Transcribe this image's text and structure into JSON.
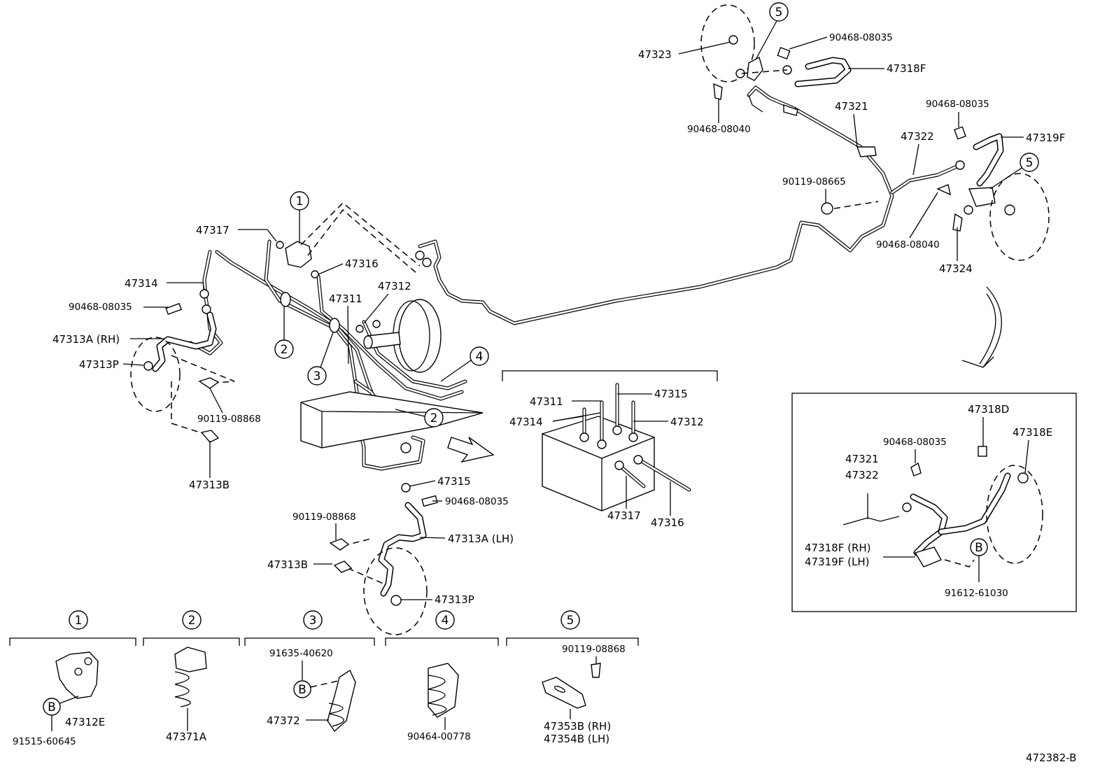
{
  "drawing_number": "472382-B",
  "main_labels": {
    "p47317_top": "47317",
    "p47314": "47314",
    "p90468_08035_left": "90468-08035",
    "p47313A_rh": "47313A (RH)",
    "p47313P_left": "47313P",
    "p90119_08868_left": "90119-08868",
    "p47313B_left": "47313B",
    "p47316": "47316",
    "p47311": "47311",
    "p47312": "47312",
    "p47315_lower": "47315",
    "p90468_08035_lower": "90468-08035",
    "p90119_08868_lower": "90119-08868",
    "p47313A_lh": "47313A (LH)",
    "p47313B_lower": "47313B",
    "p47313P_lower": "47313P"
  },
  "junction_labels": {
    "p47311": "47311",
    "p47315": "47315",
    "p47314": "47314",
    "p47312": "47312",
    "p47317": "47317",
    "p47316": "47316"
  },
  "rear_labels": {
    "p90468_08035_a": "90468-08035",
    "p47323": "47323",
    "p47318F": "47318F",
    "p90468_08040_a": "90468-08040",
    "p47321": "47321",
    "p90468_08035_b": "90468-08035",
    "p47322": "47322",
    "p47319F": "47319F",
    "p90119_08665": "90119-08665",
    "p90468_08040_b": "90468-08040",
    "p47324": "47324"
  },
  "inset_labels": {
    "p47318D": "47318D",
    "p90468_08035": "90468-08035",
    "p47318E": "47318E",
    "p47321": "47321",
    "p47322": "47322",
    "p47318F_rh": "47318F (RH)",
    "p47319F_lh": "47319F (LH)",
    "ref_b": "B",
    "p91612_61030": "91612-61030"
  },
  "callouts": {
    "c1": "1",
    "c2": "2",
    "c3": "3",
    "c4": "4",
    "c5": "5"
  },
  "details": [
    {
      "num": "1",
      "parts": [
        "91515-60645",
        "47312E"
      ],
      "ref": "B"
    },
    {
      "num": "2",
      "parts": [
        "47371A"
      ]
    },
    {
      "num": "3",
      "parts": [
        "91635-40620",
        "47372"
      ],
      "ref": "B"
    },
    {
      "num": "4",
      "parts": [
        "90464-00778"
      ]
    },
    {
      "num": "5",
      "parts": [
        "90119-08868",
        "47353B (RH)",
        "47354B (LH)"
      ]
    }
  ]
}
